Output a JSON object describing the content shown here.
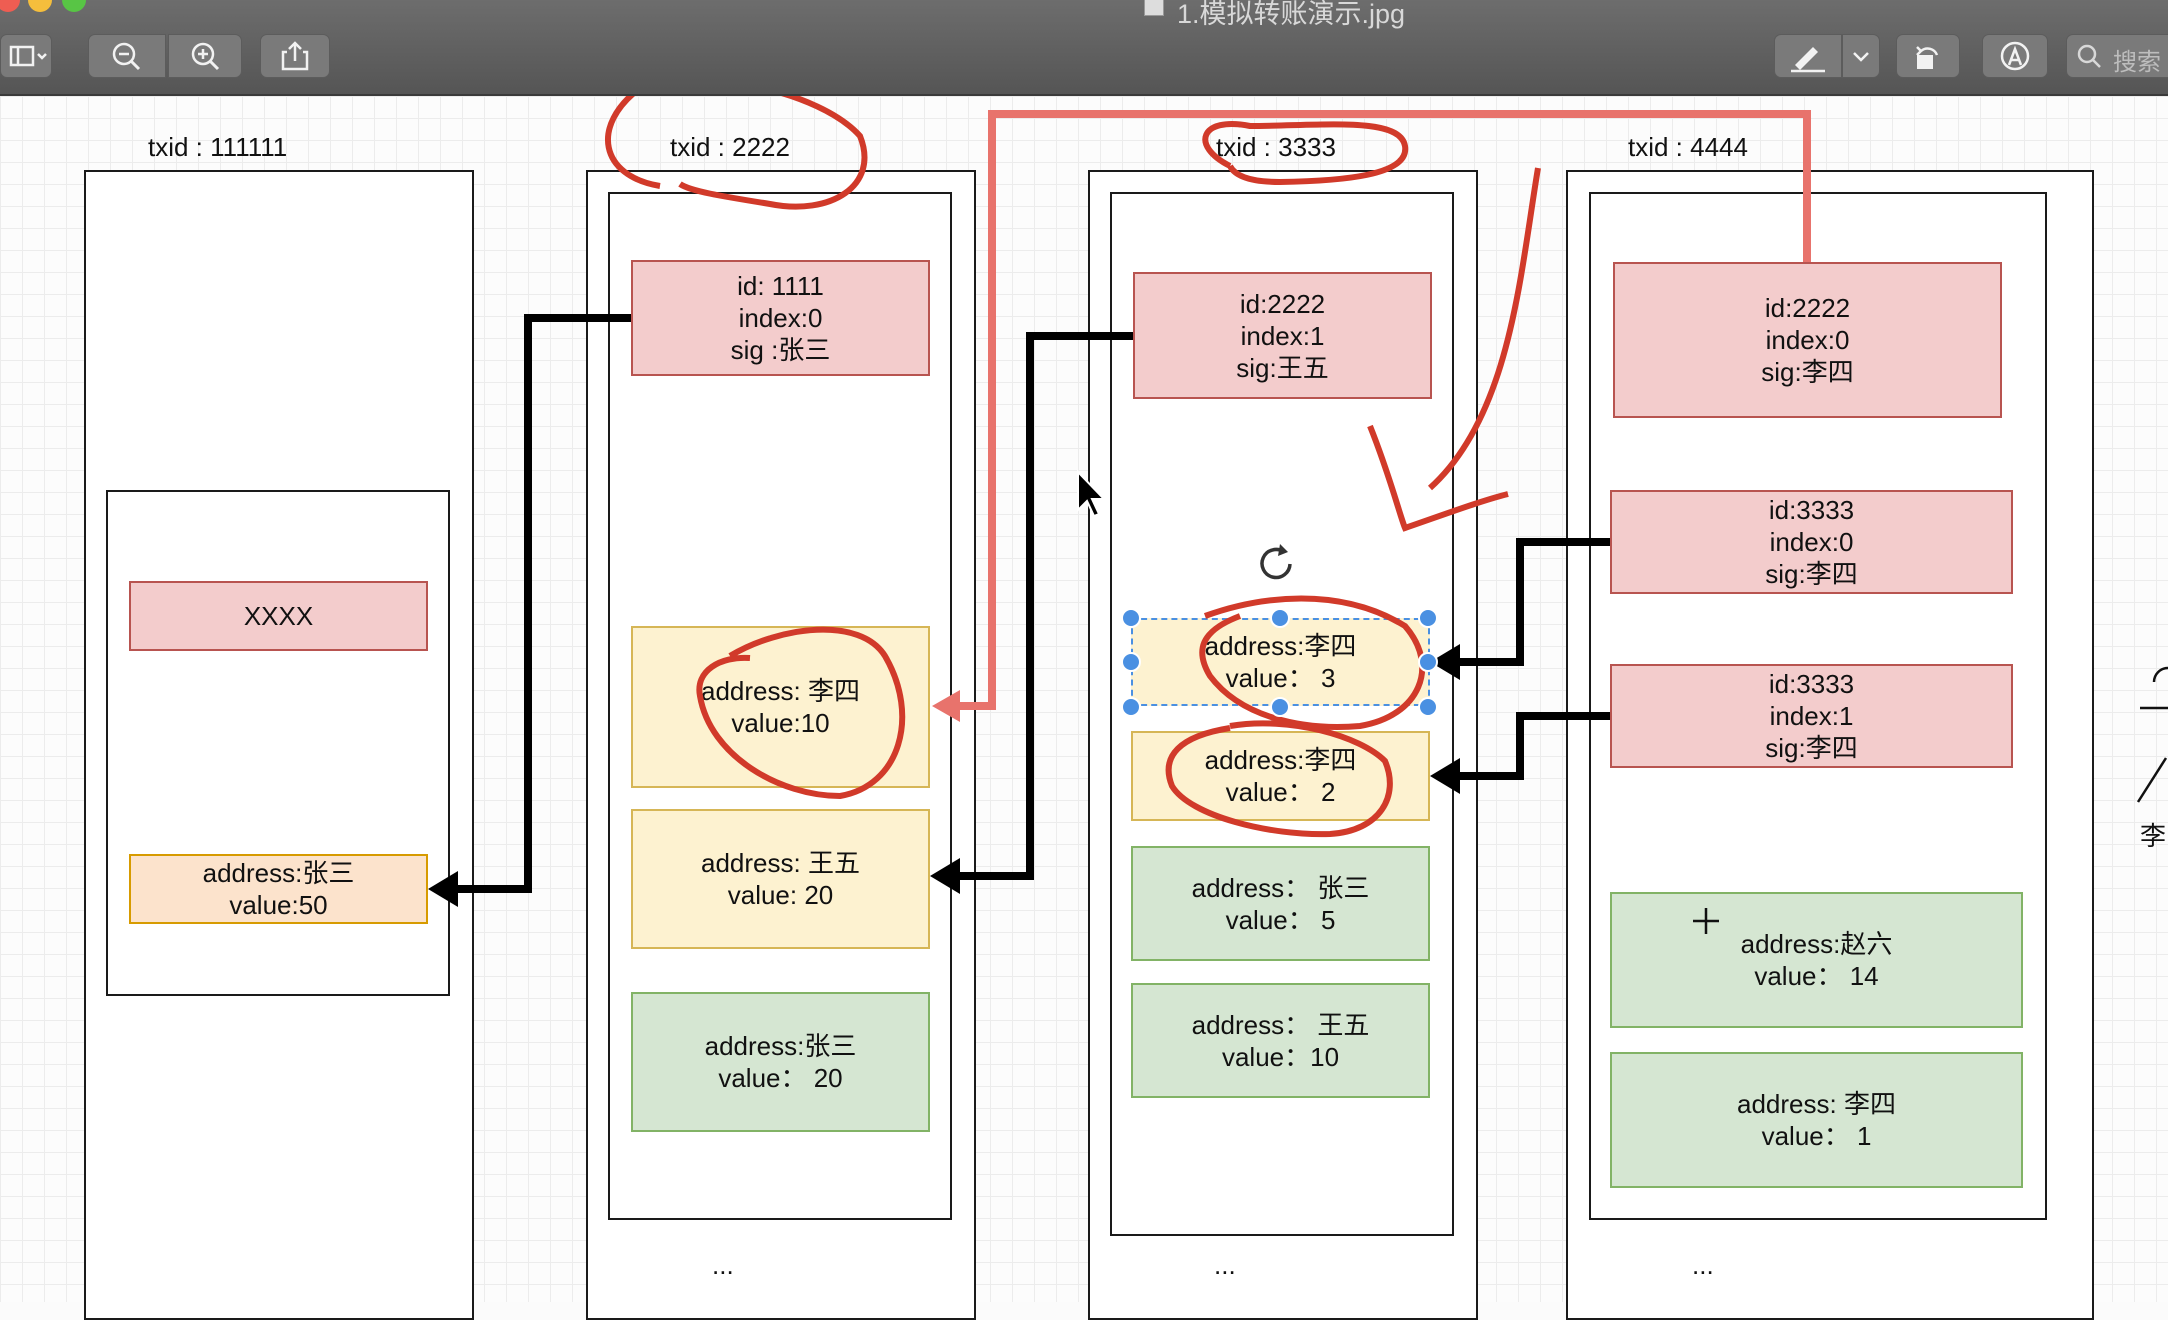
{
  "window": {
    "title": "1.模拟转账演示.jpg",
    "search_placeholder": "搜索"
  },
  "toolbar": {
    "buttons": [
      "sidebar-icon",
      "zoom-out-icon",
      "zoom-in-icon",
      "share-icon",
      "markup-pen-icon",
      "rotate-icon",
      "annotate-icon",
      "search-icon"
    ]
  },
  "diagram": {
    "tx1": {
      "label": "txid : 111111",
      "input": "XXXX",
      "output": {
        "address": "address:张三",
        "value": "value:50"
      }
    },
    "tx2": {
      "label": "txid : 2222",
      "input": {
        "id": "id: 1111",
        "index": "index:0",
        "sig": "sig :张三"
      },
      "outputs": [
        {
          "address": "address: 李四",
          "value": "value:10"
        },
        {
          "address": "address: 王五",
          "value": "value: 20"
        },
        {
          "address": "address:张三",
          "value": "value： 20"
        }
      ],
      "ellipsis": "..."
    },
    "tx3": {
      "label": "txid : 3333",
      "input": {
        "id": "id:2222",
        "index": "index:1",
        "sig": "sig:王五"
      },
      "outputs": [
        {
          "address": "address:李四",
          "value": "value： 3"
        },
        {
          "address": "address:李四",
          "value": "value： 2"
        },
        {
          "address": "address： 张三",
          "value": "value： 5"
        },
        {
          "address": "address： 王五",
          "value": "value：10"
        }
      ],
      "ellipsis": "..."
    },
    "tx4": {
      "label": "txid : 4444",
      "inputs": [
        {
          "id": "id:2222",
          "index": "index:0",
          "sig": "sig:李四"
        },
        {
          "id": "id:3333",
          "index": "index:0",
          "sig": "sig:李四"
        },
        {
          "id": "id:3333",
          "index": "index:1",
          "sig": "sig:李四"
        }
      ],
      "outputs": [
        {
          "address": "address:赵六",
          "value": "value： 14"
        },
        {
          "address": "address: 李四",
          "value": "value： 1"
        }
      ],
      "ellipsis": "..."
    },
    "side_partial_text": "李"
  },
  "colors": {
    "input_fill": "#f3cccc",
    "output_yellow": "#fdf2d0",
    "output_green": "#d5e6d2",
    "annotation_red": "#d13a2a",
    "arrow_pink": "#e8736c",
    "selection_blue": "#4a90e2"
  }
}
